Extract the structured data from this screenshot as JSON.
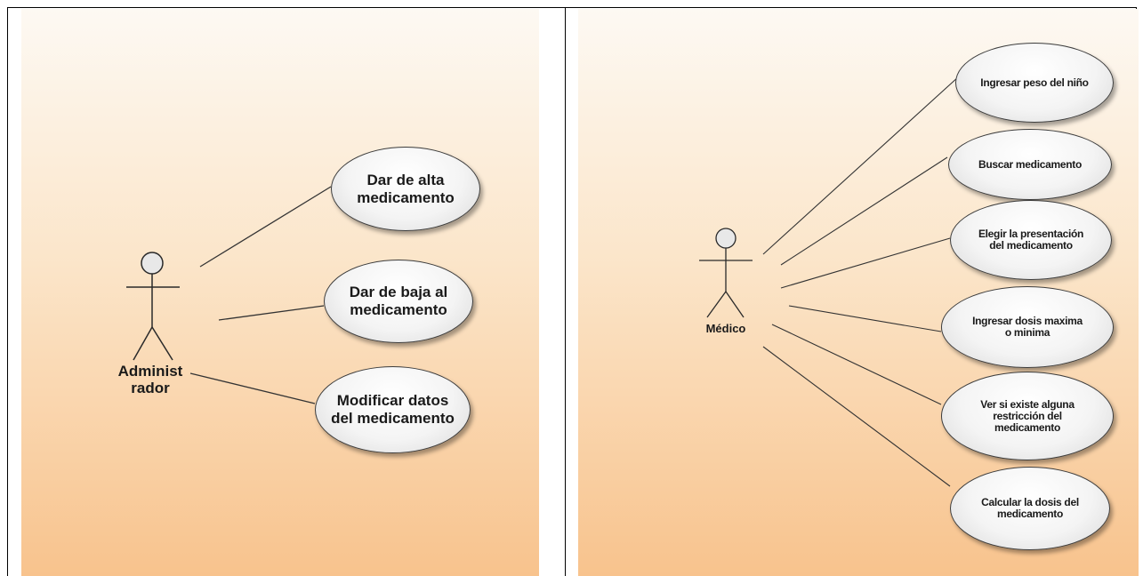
{
  "left_diagram": {
    "actor": {
      "name": "Administ\nrador"
    },
    "use_cases": [
      {
        "label": "Dar de alta\nmedicamento"
      },
      {
        "label": "Dar de baja al\nmedicamento"
      },
      {
        "label": "Modificar datos\ndel medicamento"
      }
    ]
  },
  "right_diagram": {
    "actor": {
      "name": "Médico"
    },
    "use_cases": [
      {
        "label": "Ingresar peso del niño"
      },
      {
        "label": "Buscar medicamento"
      },
      {
        "label": "Elegir la presentación\ndel medicamento"
      },
      {
        "label": "Ingresar dosis maxima\no minima"
      },
      {
        "label": "Ver si existe alguna\nrestricción del\nmedicamento"
      },
      {
        "label": "Calcular la dosis del\nmedicamento"
      }
    ]
  },
  "colors": {
    "background_top": "#fdf9f3",
    "background_bottom": "#f8c38d",
    "use_case_fill": "#f4f4f4",
    "line": "#333333"
  }
}
